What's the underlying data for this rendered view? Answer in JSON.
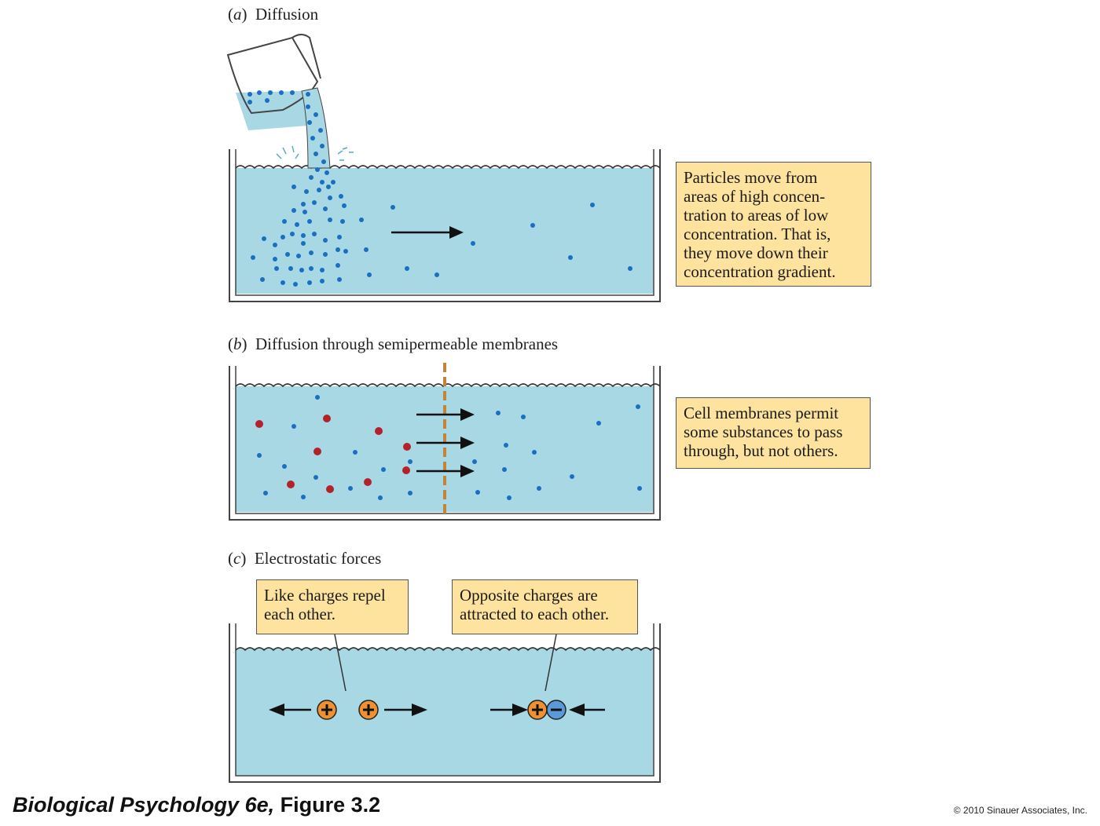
{
  "panels": [
    {
      "letter": "a",
      "title": "Diffusion",
      "callout": [
        "Particles move from",
        "areas of high concen-",
        "tration to areas of low",
        "concentration. That is,",
        "they move down their",
        "concentration gradient."
      ]
    },
    {
      "letter": "b",
      "title": "Diffusion through semipermeable membranes",
      "callout": [
        "Cell membranes permit",
        "some substances to pass",
        "through, but not others."
      ]
    },
    {
      "letter": "c",
      "title": "Electrostatic forces",
      "callouts": [
        {
          "lines": [
            "Like charges repel",
            "each other."
          ]
        },
        {
          "lines": [
            "Opposite charges are",
            "attracted to each other."
          ]
        }
      ]
    }
  ],
  "footer": {
    "book": "Biological Psychology 6e,",
    "figure": "Figure 3.2",
    "copyright": "© 2010 Sinauer Associates, Inc."
  },
  "colors": {
    "water": "#a9d8e5",
    "particle_blue": "#1a6fc2",
    "particle_red": "#b5212b",
    "membrane": "#c2843a",
    "callout_fill": "#fde39e",
    "cation": "#f0912f",
    "anion": "#5a9ad8"
  }
}
